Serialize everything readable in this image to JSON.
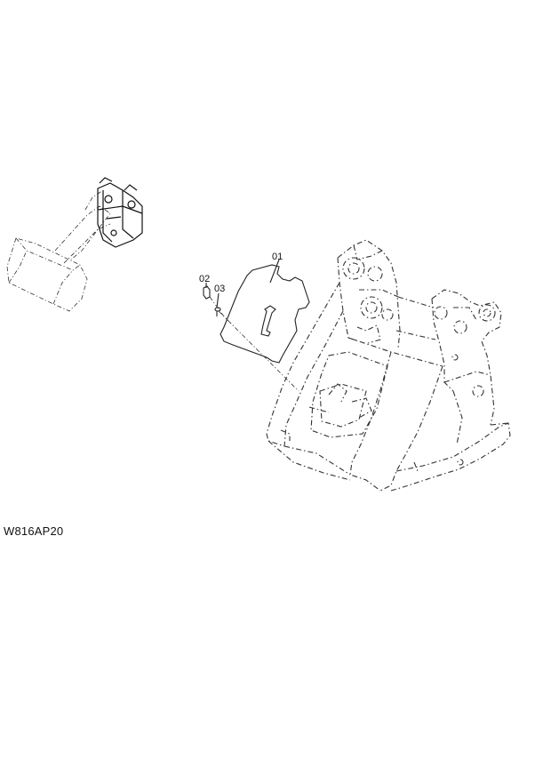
{
  "callouts": {
    "c01": "01",
    "c02": "02",
    "c03": "03"
  },
  "drawing_code": "W816AP20",
  "icons": {
    "overview": "loader-overview-icon",
    "frame": "front-frame-drawing",
    "plate": "cover-plate-part",
    "bolt": "bolt-part",
    "washer": "washer-part"
  }
}
